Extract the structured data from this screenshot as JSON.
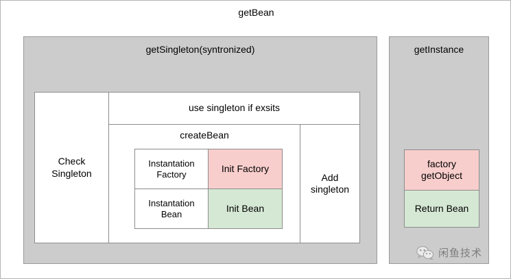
{
  "diagram": {
    "title": "getBean",
    "panels": [
      {
        "id": "getSingleton",
        "label": "getSingleton(syntronized)"
      },
      {
        "id": "getInstance",
        "label": "getInstance"
      }
    ],
    "left_panel": {
      "check_singleton": "Check\nSingleton",
      "check_singleton_line1": "Check",
      "check_singleton_line2": "Singleton",
      "use_singleton": "use singleton if exsits",
      "create_bean": "createBean",
      "add_singleton_line1": "Add",
      "add_singleton_line2": "singleton",
      "grid": {
        "rows": [
          {
            "left_label_line1": "Instantation",
            "left_label_line2": "Factory",
            "right_label": "Init Factory",
            "right_color": "#f8cecc"
          },
          {
            "left_label_line1": "Instantation",
            "left_label_line2": "Bean",
            "right_label": "Init Bean",
            "right_color": "#d5e8d4"
          }
        ]
      }
    },
    "right_panel": {
      "factory_get_object_line1": "factory",
      "factory_get_object_line2": "getObject",
      "return_bean": "Return Bean"
    },
    "watermark": {
      "icon": "wechat-icon",
      "text": "闲鱼技术"
    },
    "colors": {
      "panel_gray": "#cccccc",
      "panel_border": "#999999",
      "box_border": "#8c8c8c",
      "pink": "#f8cecc",
      "green": "#d5e8d4",
      "white": "#ffffff",
      "text": "#000000"
    }
  }
}
